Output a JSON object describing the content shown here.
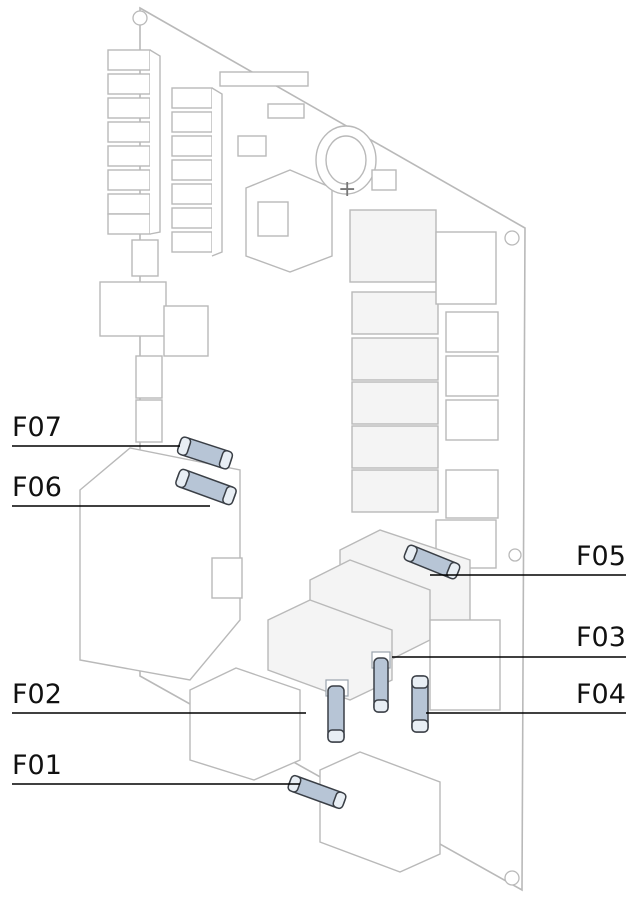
{
  "diagram": {
    "labels": [
      {
        "id": "f07",
        "text": "F07"
      },
      {
        "id": "f06",
        "text": "F06"
      },
      {
        "id": "f05",
        "text": "F05"
      },
      {
        "id": "f03",
        "text": "F03"
      },
      {
        "id": "f02",
        "text": "F02"
      },
      {
        "id": "f04",
        "text": "F04"
      },
      {
        "id": "f01",
        "text": "F01"
      }
    ],
    "battery_symbol": "+"
  }
}
